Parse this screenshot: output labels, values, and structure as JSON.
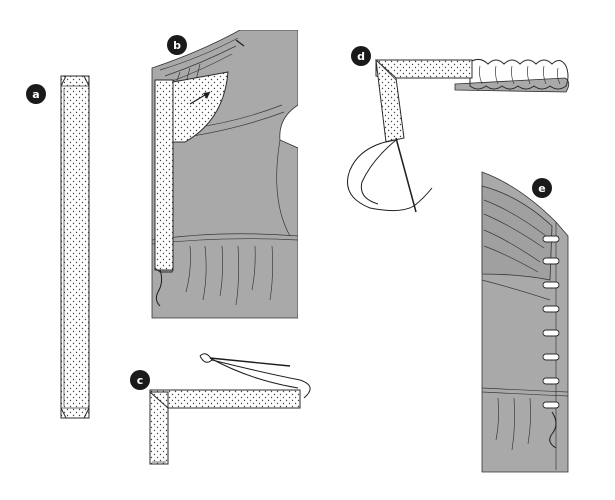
{
  "steps": [
    {
      "id": "a",
      "label": "a"
    },
    {
      "id": "b",
      "label": "b"
    },
    {
      "id": "c",
      "label": "c"
    },
    {
      "id": "d",
      "label": "d"
    },
    {
      "id": "e",
      "label": "e"
    }
  ],
  "colors": {
    "badge": "#1a1a1a",
    "garment": "#a9a9a9",
    "fabric": "#ffffff",
    "dot": "#444444",
    "line": "#2b2b2b"
  },
  "icons": [
    "needle-icon",
    "thread-icon",
    "hook-and-eye-icon"
  ]
}
